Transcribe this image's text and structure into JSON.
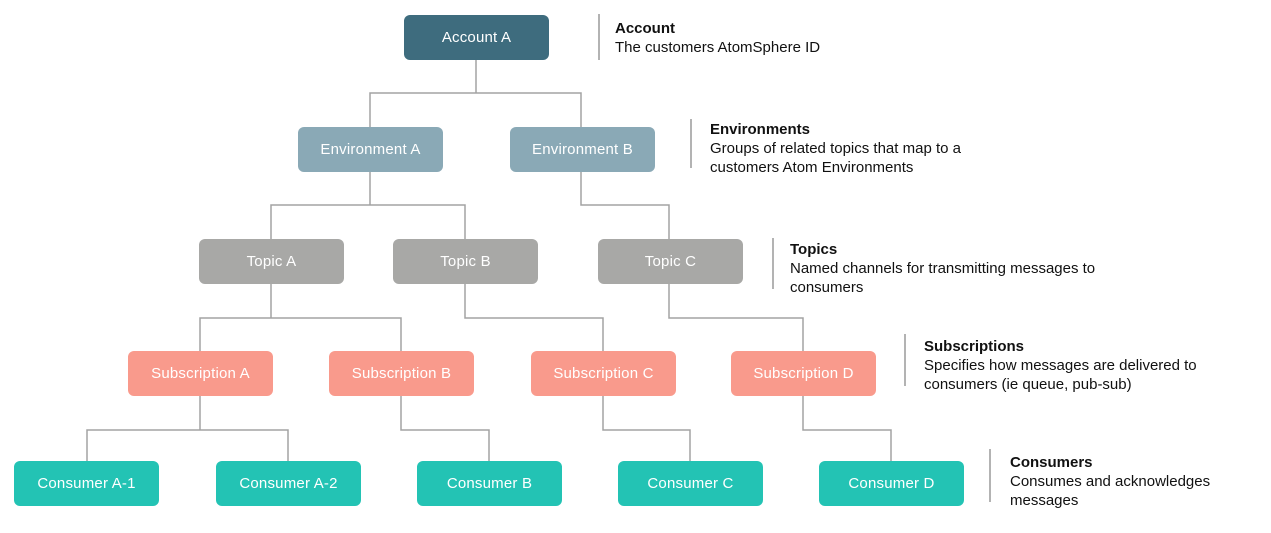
{
  "diagram": {
    "colors": {
      "account": "#3e6c7e",
      "environment": "#8aa9b6",
      "topic": "#a8a8a6",
      "subscription": "#f99a8c",
      "consumer": "#23c3b4",
      "connector": "#a3a3a3",
      "divider": "#b3b3b3",
      "box_text": "#ffffff",
      "annotation_text": "#111111",
      "background": "#ffffff"
    },
    "nodes": {
      "account_a": "Account A",
      "environment_a": "Environment A",
      "environment_b": "Environment B",
      "topic_a": "Topic A",
      "topic_b": "Topic B",
      "topic_c": "Topic C",
      "subscription_a": "Subscription A",
      "subscription_b": "Subscription B",
      "subscription_c": "Subscription C",
      "subscription_d": "Subscription D",
      "consumer_a1": "Consumer A-1",
      "consumer_a2": "Consumer A-2",
      "consumer_b": "Consumer B",
      "consumer_c": "Consumer C",
      "consumer_d": "Consumer D"
    },
    "annotations": [
      {
        "title": "Account",
        "description": "The customers AtomSphere ID"
      },
      {
        "title": "Environments",
        "description": "Groups of related topics that map to a customers Atom Environments"
      },
      {
        "title": "Topics",
        "description": "Named channels for transmitting messages to consumers"
      },
      {
        "title": "Subscriptions",
        "description": "Specifies how messages are delivered to consumers (ie queue, pub-sub)"
      },
      {
        "title": "Consumers",
        "description": "Consumes and acknowledges messages"
      }
    ]
  }
}
